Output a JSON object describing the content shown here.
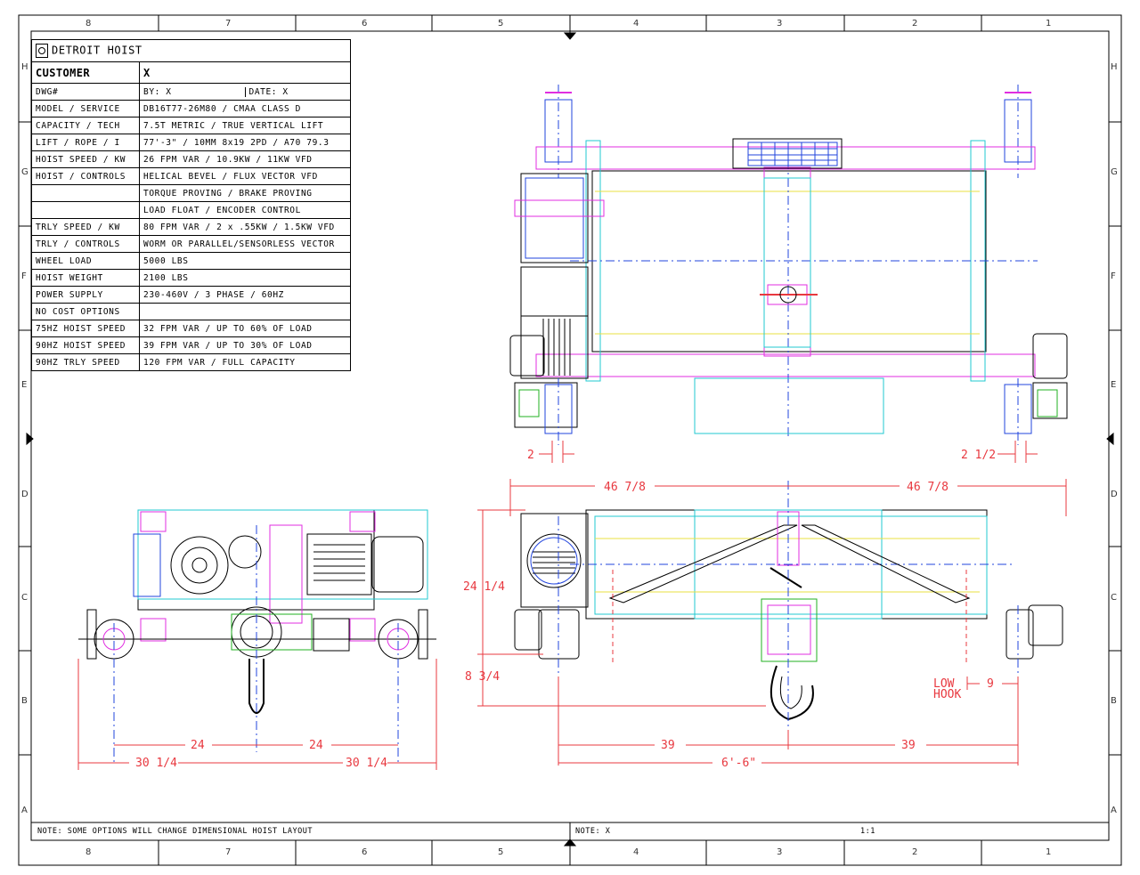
{
  "title_block": {
    "company": "DETROIT HOIST",
    "customer_label": "CUSTOMER",
    "customer_value": "X",
    "dwg_label": "DWG#",
    "by_label": "BY: X",
    "date_label": "DATE: X",
    "rows": [
      {
        "label": "MODEL / SERVICE",
        "value": "DB16T77-26M80 / CMAA CLASS D"
      },
      {
        "label": "CAPACITY / TECH",
        "value": "7.5T METRIC / TRUE VERTICAL LIFT"
      },
      {
        "label": "LIFT / ROPE / I",
        "value": "77'-3\" / 10MM 8x19 2PD / A70 79.3"
      },
      {
        "label": "HOIST SPEED / KW",
        "value": "26 FPM VAR / 10.9KW / 11KW VFD"
      },
      {
        "label": "HOIST / CONTROLS",
        "value": "HELICAL BEVEL / FLUX VECTOR VFD"
      },
      {
        "label": "",
        "value": "TORQUE PROVING / BRAKE PROVING"
      },
      {
        "label": "",
        "value": "LOAD FLOAT / ENCODER CONTROL"
      },
      {
        "label": "TRLY SPEED / KW",
        "value": "80 FPM VAR / 2 x .55KW / 1.5KW VFD"
      },
      {
        "label": "TRLY / CONTROLS",
        "value": "WORM OR PARALLEL/SENSORLESS VECTOR"
      },
      {
        "label": "WHEEL LOAD",
        "value": "5000 LBS"
      },
      {
        "label": "HOIST WEIGHT",
        "value": "2100 LBS"
      },
      {
        "label": "POWER SUPPLY",
        "value": "230-460V / 3 PHASE / 60HZ"
      },
      {
        "label": "NO COST OPTIONS",
        "value": ""
      },
      {
        "label": "75HZ HOIST SPEED",
        "value": "32 FPM VAR / UP TO 60% OF LOAD"
      },
      {
        "label": "90HZ HOIST SPEED",
        "value": "39 FPM VAR / UP TO 30% OF LOAD"
      },
      {
        "label": "90HZ TRLY SPEED",
        "value": "120 FPM VAR / FULL CAPACITY"
      }
    ]
  },
  "border": {
    "columns": [
      "8",
      "7",
      "6",
      "5",
      "4",
      "3",
      "2",
      "1"
    ],
    "rows": [
      "H",
      "G",
      "F",
      "E",
      "D",
      "C",
      "B",
      "A"
    ]
  },
  "dimensions": {
    "top_left": "2",
    "top_right": "2 1/2",
    "front_half_left": "46 7/8",
    "front_half_right": "46 7/8",
    "front_height": "24 1/4",
    "front_low": "8 3/4",
    "low_hook_line1": "LOW",
    "low_hook_line2": "HOOK",
    "low_hook_value": "9",
    "front_bottom_left": "39",
    "front_bottom_right": "39",
    "front_overall": "6'-6\"",
    "side_inner_left": "24",
    "side_inner_right": "24",
    "side_outer_left": "30 1/4",
    "side_outer_right": "30 1/4"
  },
  "notes": {
    "left": "NOTE:  SOME OPTIONS WILL CHANGE DIMENSIONAL HOIST LAYOUT",
    "right": "NOTE:  X",
    "scale": "1:1"
  },
  "colors": {
    "dimension": "#e8383f",
    "magenta": "#e02ee0",
    "cyan": "#20c8d0",
    "blue": "#2244dd",
    "green": "#22b222",
    "yellow": "#e8e040",
    "black": "#000000"
  }
}
